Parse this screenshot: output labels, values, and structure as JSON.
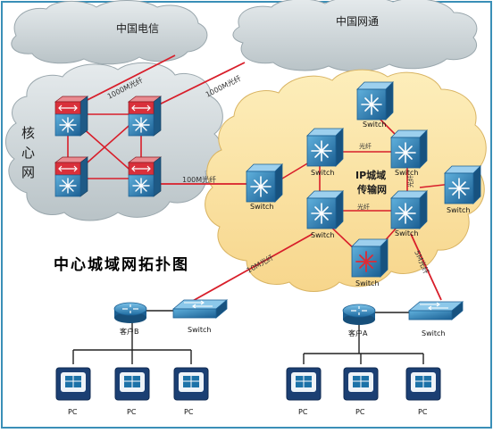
{
  "clouds": {
    "telecom": "中国电信",
    "netcom": "中国网通",
    "core": "核心网",
    "ip_label_1": "IP城域",
    "ip_label_2": "传输网"
  },
  "title": "中心城域网拓扑图",
  "links": {
    "telecom_uplink": "1000M光纤",
    "netcom_uplink": "1000M光纤",
    "core_to_ip": "100M光纤",
    "ip_to_client_b": "10M光纤",
    "ip_to_client_a": "5M光纤",
    "inner_1": "光纤",
    "inner_2": "光纤",
    "inner_3": "光纤"
  },
  "devices": {
    "switch_label": "Switch",
    "client_a": "客户A",
    "client_b": "客户B",
    "pc_label": "PC"
  },
  "colors": {
    "frame": "#3a8fb7",
    "gray_cloud": "#cfd6d9",
    "yellow_cloud": "#fbe3a6",
    "link_red": "#d81e2a",
    "device_blue": "#1c72a8"
  }
}
